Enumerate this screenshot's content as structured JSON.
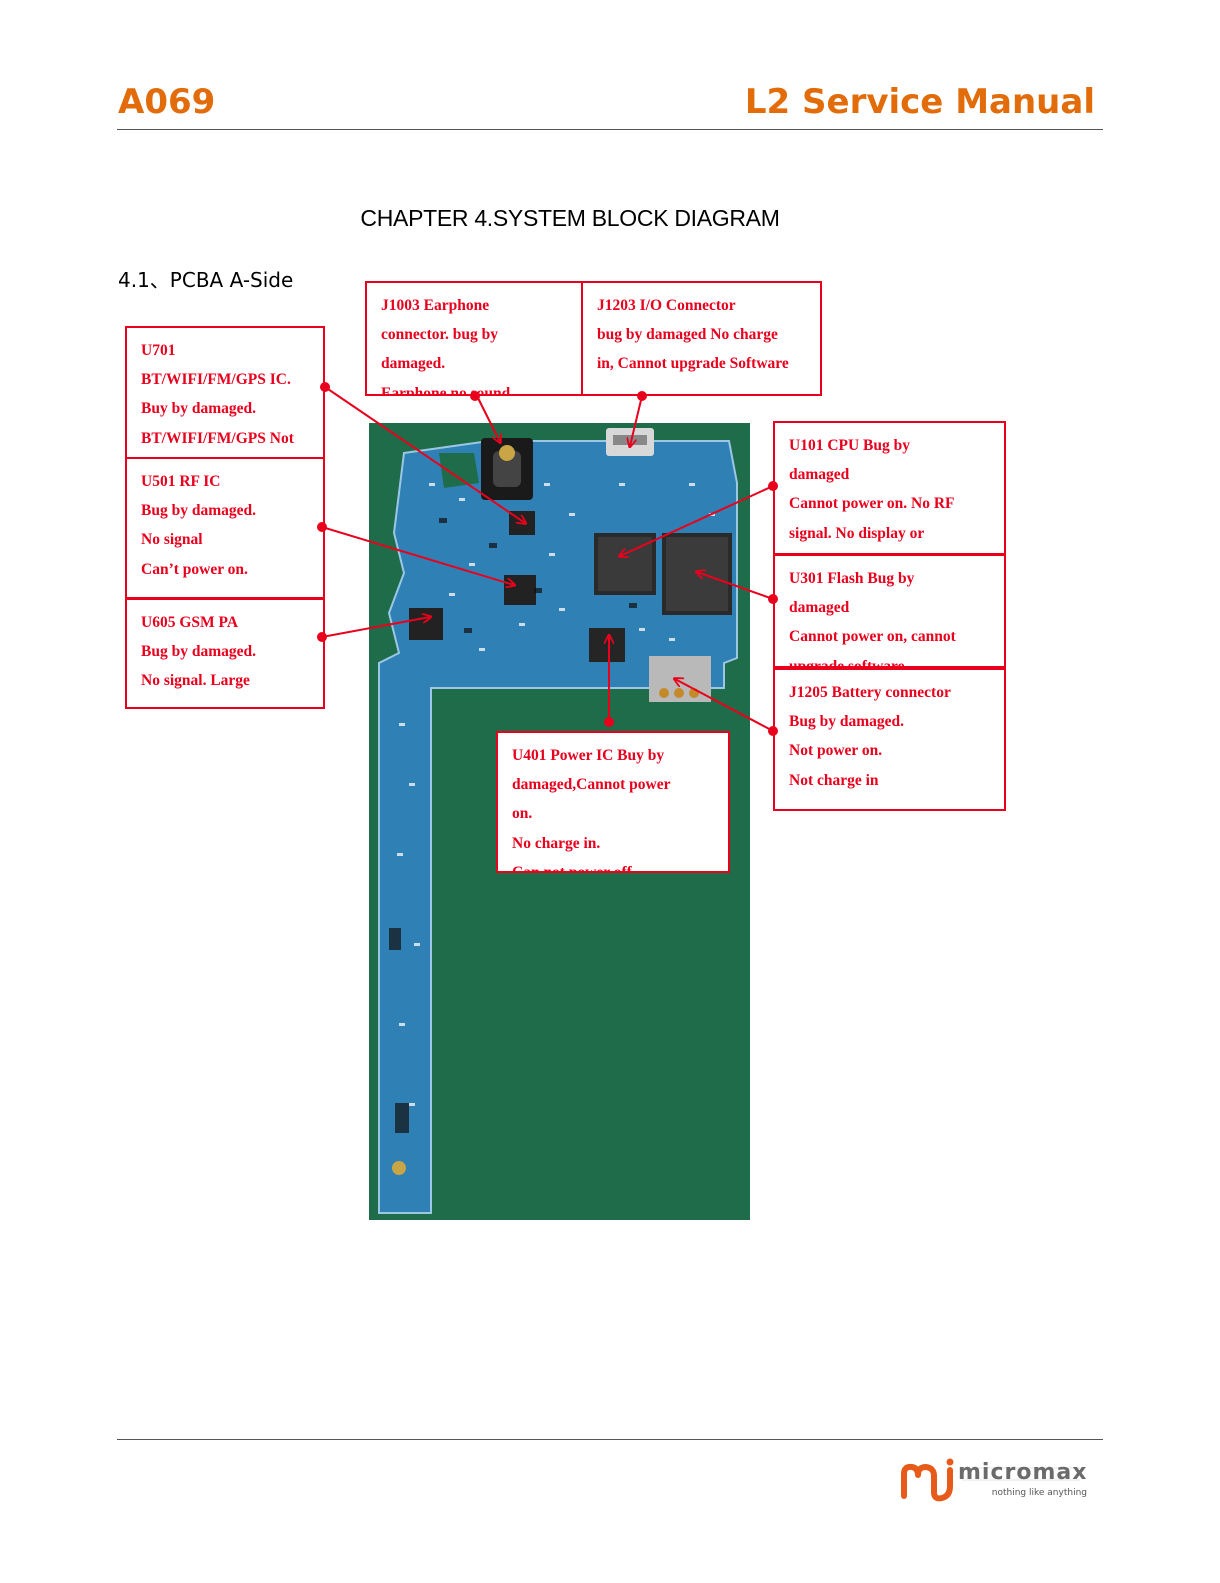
{
  "header": {
    "model": "A069",
    "manual": "L2 Service Manual"
  },
  "chapter_title": "CHAPTER 4.SYSTEM BLOCK DIAGRAM",
  "section_title": "4.1、PCBA A-Side",
  "callouts": {
    "u701": [
      "U701",
      "BT/WIFI/FM/GPS IC.",
      "Buy by damaged.",
      "BT/WIFI/FM/GPS Not"
    ],
    "u501": [
      "U501 RF IC",
      "Bug by damaged.",
      "No signal",
      "Can’t power on."
    ],
    "u605": [
      "U605 GSM PA",
      "Bug by damaged.",
      "No signal. Large"
    ],
    "j1003": [
      "J1003 Earphone",
      "connector. bug by",
      "damaged.",
      "Earphone no sound"
    ],
    "j1203": [
      "J1203 I/O Connector",
      "bug by damaged No charge",
      "in, Cannot upgrade Software"
    ],
    "u101": [
      "  U101 CPU Bug by",
      "damaged",
      "Cannot power on. No RF",
      "  signal. No display or"
    ],
    "u301": [
      "U301 Flash Bug by",
      "damaged",
      "Cannot power on, cannot",
      "upgrade software"
    ],
    "j1205": [
      "J1205 Battery connector",
      "Bug by damaged.",
      "Not power on.",
      "Not charge in"
    ],
    "u401": [
      "U401 Power IC Buy by",
      "  damaged,Cannot power",
      "on.",
      "No charge in.",
      "Can not power off"
    ]
  },
  "logo": {
    "brand": "micromax",
    "tagline": "nothing like anything"
  },
  "colors": {
    "accent_orange": "#e36c0a",
    "callout_red": "#e8001c",
    "pcb_blue": "#2f80b5",
    "bg_green": "#1e6b48"
  }
}
